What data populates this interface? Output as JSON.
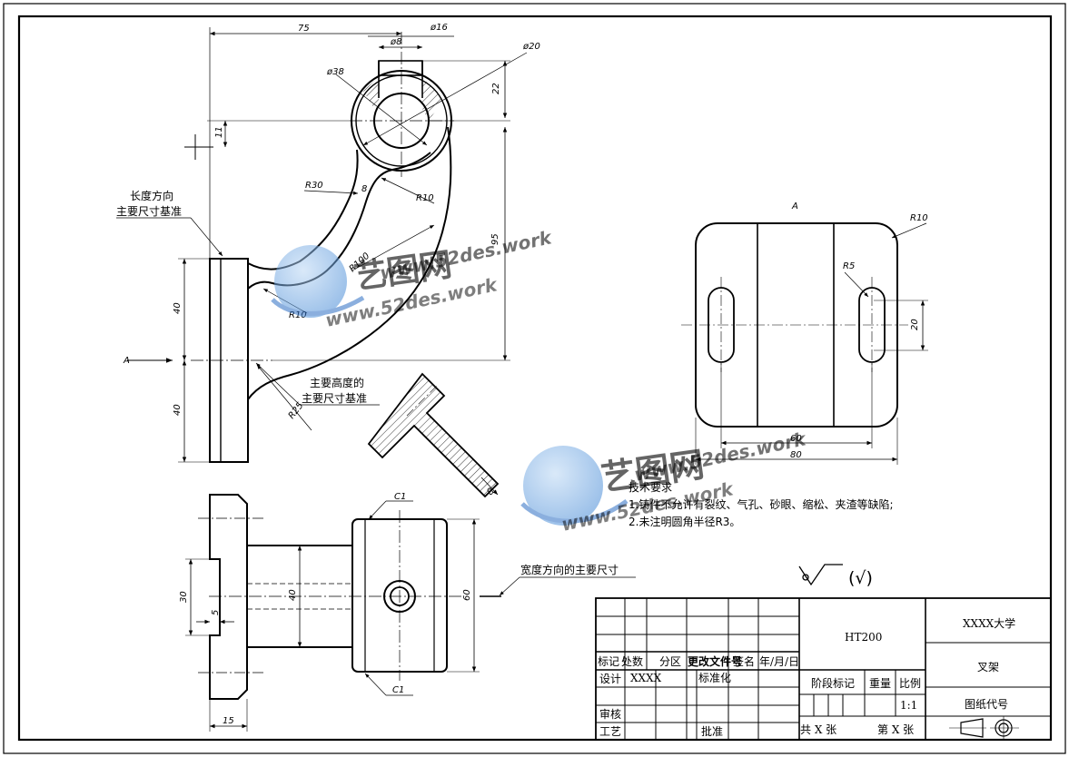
{
  "front_view": {
    "dims": {
      "len75": "75",
      "phi16": "ø16",
      "phi8": "ø8",
      "phi20": "ø20",
      "phi38": "ø38",
      "d22": "22",
      "d11": "11",
      "r30": "R30",
      "d8": "8",
      "r10a": "R10",
      "r100": "R100",
      "r10b": "R10",
      "d95": "95",
      "d40a": "40",
      "d40b": "40",
      "r25": "R25",
      "view_a": "A"
    },
    "labels": {
      "length_base_1": "长度方向",
      "length_base_2": "主要尺寸基准",
      "height_base_1": "主要高度的",
      "height_base_2": "主要尺寸基准"
    }
  },
  "section": {
    "d8": "8"
  },
  "aux_view": {
    "title": "A",
    "r10": "R10",
    "r5": "R5",
    "d20": "20",
    "d60": "60",
    "d80": "80"
  },
  "top_view": {
    "c1a": "C1",
    "c1b": "C1",
    "d30": "30",
    "d5": "5",
    "d40": "40",
    "d60": "60",
    "d15": "15",
    "width_base": "宽度方向的主要尺寸"
  },
  "notes": {
    "title": "技术要求",
    "line1": "1.铸件不允许有裂纹、气孔、砂眼、缩松、夹渣等缺陷;",
    "line2": "2.未注明圆角半径R3。"
  },
  "roughness": {
    "mark": "(√)"
  },
  "watermark": {
    "brand": "艺图网",
    "url": "www.52des.work"
  },
  "title_block": {
    "material": "HT200",
    "school": "XXXX大学",
    "part_name": "叉架",
    "drawing_code": "图纸代号",
    "h_mark": "标记",
    "h_count": "处数",
    "h_zone": "分区",
    "h_doc": "更改文件号",
    "h_sign": "签名",
    "h_date": "年/月/日",
    "r_design": "设计",
    "designer": "XXXX",
    "r_std": "标准化",
    "r_review": "审核",
    "r_process": "工艺",
    "r_approve": "批准",
    "stage": "阶段标记",
    "weight": "重量",
    "scale_h": "比例",
    "scale": "1:1",
    "total": "共 X 张",
    "sheet": "第 X 张"
  }
}
